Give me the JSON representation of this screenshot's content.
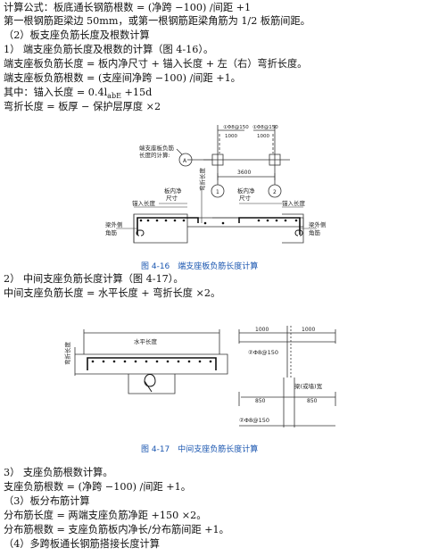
{
  "lines_top": [
    "计算公式：板底通长钢筋根数 = (净跨 −100) /间距 +1",
    "第一根钢筋距梁边 50mm，或第一根钢筋距梁角筋为 1/2 板筋间距。",
    "（2）板支座负筋长度及根数计算",
    "1） 端支座负筋长度及根数的计算（图 4-16）。",
    "端支座板负筋长度 = 板内净尺寸 + 锚入长度 + 左（右）弯折长度。",
    "端支座板负筋根数 = (支座间净跨 −100) /间距 +1。",
    "其中：锚入长度 = 0.4l",
    "弯折长度 = 板厚 − 保护层厚度 ×2"
  ],
  "anchor_formula": {
    "sub": "abE",
    "rest": " +15d"
  },
  "fig1": {
    "caption": "图 4-16　端支座板负筋长度计算",
    "label_calc": [
      "端支座板负筋",
      "长度的计算:"
    ],
    "axis_a": "A",
    "axis_1": "1",
    "axis_2": "2",
    "rebar_1": "①Φ8@150",
    "rebar_2": "①Φ8@150",
    "dim_1000a": "1000",
    "dim_1000b": "1000",
    "dim_3600": "3600",
    "label_inner": [
      "板内净",
      "尺寸"
    ],
    "label_bend": "弯折长度",
    "label_anchor_l": "锚入长度",
    "label_anchor_r": "锚入长度",
    "label_corner_l": [
      "梁外侧",
      "角筋"
    ],
    "label_corner_r": [
      "梁外侧",
      "角筋"
    ]
  },
  "lines_mid": [
    "2） 中间支座负筋长度计算（图 4-17）。",
    "中间支座负筋长度 = 水平长度 + 弯折长度 ×2。"
  ],
  "fig2": {
    "caption": "图 4-17　中间支座负筋长度计算",
    "label_bend": "弯折长度",
    "label_horizontal": "水平长度",
    "dim_1000a": "1000",
    "dim_1000b": "1000",
    "rebar_2a": "②Φ8@150",
    "dim_850a": "850",
    "dim_850b": "850",
    "label_beam_wall": "梁(或墙)宽",
    "rebar_2b": "②Φ8@150"
  },
  "lines_bottom": [
    "3） 支座负筋根数计算。",
    "支座负筋根数 = (净跨 −100) /间距 +1。",
    "（3）板分布筋计算",
    "分布筋长度 = 两端支座负筋净距 +150 ×2。",
    "分布筋根数 = 支座负筋板内净长/分布筋间距 +1。",
    "（4）多跨板通长钢筋搭接长度计算"
  ]
}
